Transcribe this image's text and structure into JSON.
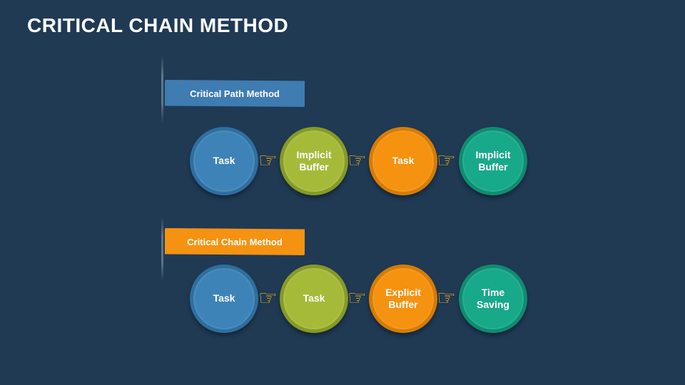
{
  "title": "CRITICAL CHAIN METHOD",
  "icons": {
    "hand": "☞"
  },
  "colors": {
    "background": "#203A54",
    "banner_blue": "#3E7CB1",
    "banner_orange": "#F59211",
    "node_blue": "#3E83B8",
    "node_olive": "#A6BA3A",
    "node_orange": "#F5920F",
    "node_teal": "#18A98A",
    "hand": "#FFC430",
    "text": "#FFFFFF"
  },
  "sections": [
    {
      "banner_label": "Critical Path Method",
      "nodes": [
        {
          "label": "Task"
        },
        {
          "label": "Implicit Buffer"
        },
        {
          "label": "Task"
        },
        {
          "label": "Implicit Buffer"
        }
      ]
    },
    {
      "banner_label": "Critical Chain Method",
      "nodes": [
        {
          "label": "Task"
        },
        {
          "label": "Task"
        },
        {
          "label": "Explicit Buffer"
        },
        {
          "label": "Time Saving"
        }
      ]
    }
  ]
}
